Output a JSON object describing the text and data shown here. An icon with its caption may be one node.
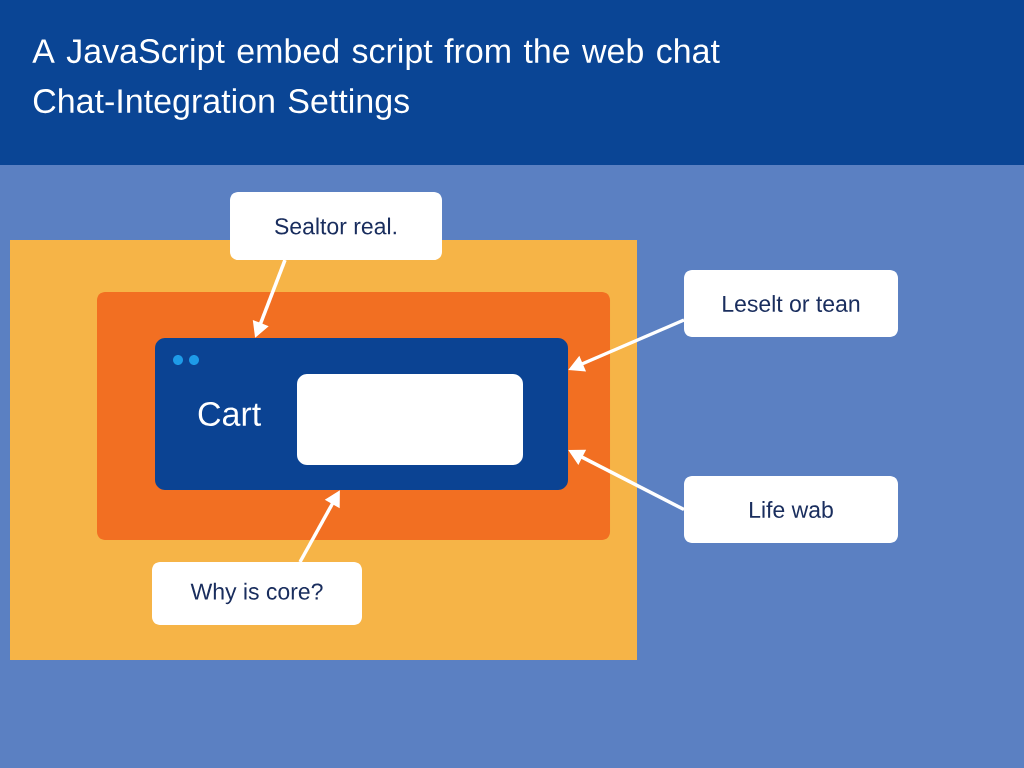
{
  "diagram": {
    "title": "A JavaScript embed script from the web chat Chat-Integration Settings",
    "nodes": [
      {
        "text": [],
        "shape": "box"
      },
      {
        "text": [],
        "shape": "box",
        "in": 0
      },
      {
        "text": [
          "Cart"
        ],
        "in": 1
      },
      {
        "text": [],
        "shape": "box",
        "in": 2
      },
      {
        "text": [
          "Sealtor real."
        ]
      },
      {
        "text": [
          "Leselt or tean"
        ]
      },
      {
        "text": [
          "Life wab"
        ]
      },
      {
        "text": [
          "Why is core?"
        ],
        "in": 0
      }
    ],
    "edges": [
      {
        "from": 4,
        "to": 2,
        "arrow": "to"
      },
      {
        "from": 5,
        "to": 2,
        "arrow": "to"
      },
      {
        "from": 6,
        "to": 2,
        "arrow": "to"
      },
      {
        "from": 7,
        "to": 2,
        "arrow": "to"
      }
    ]
  }
}
